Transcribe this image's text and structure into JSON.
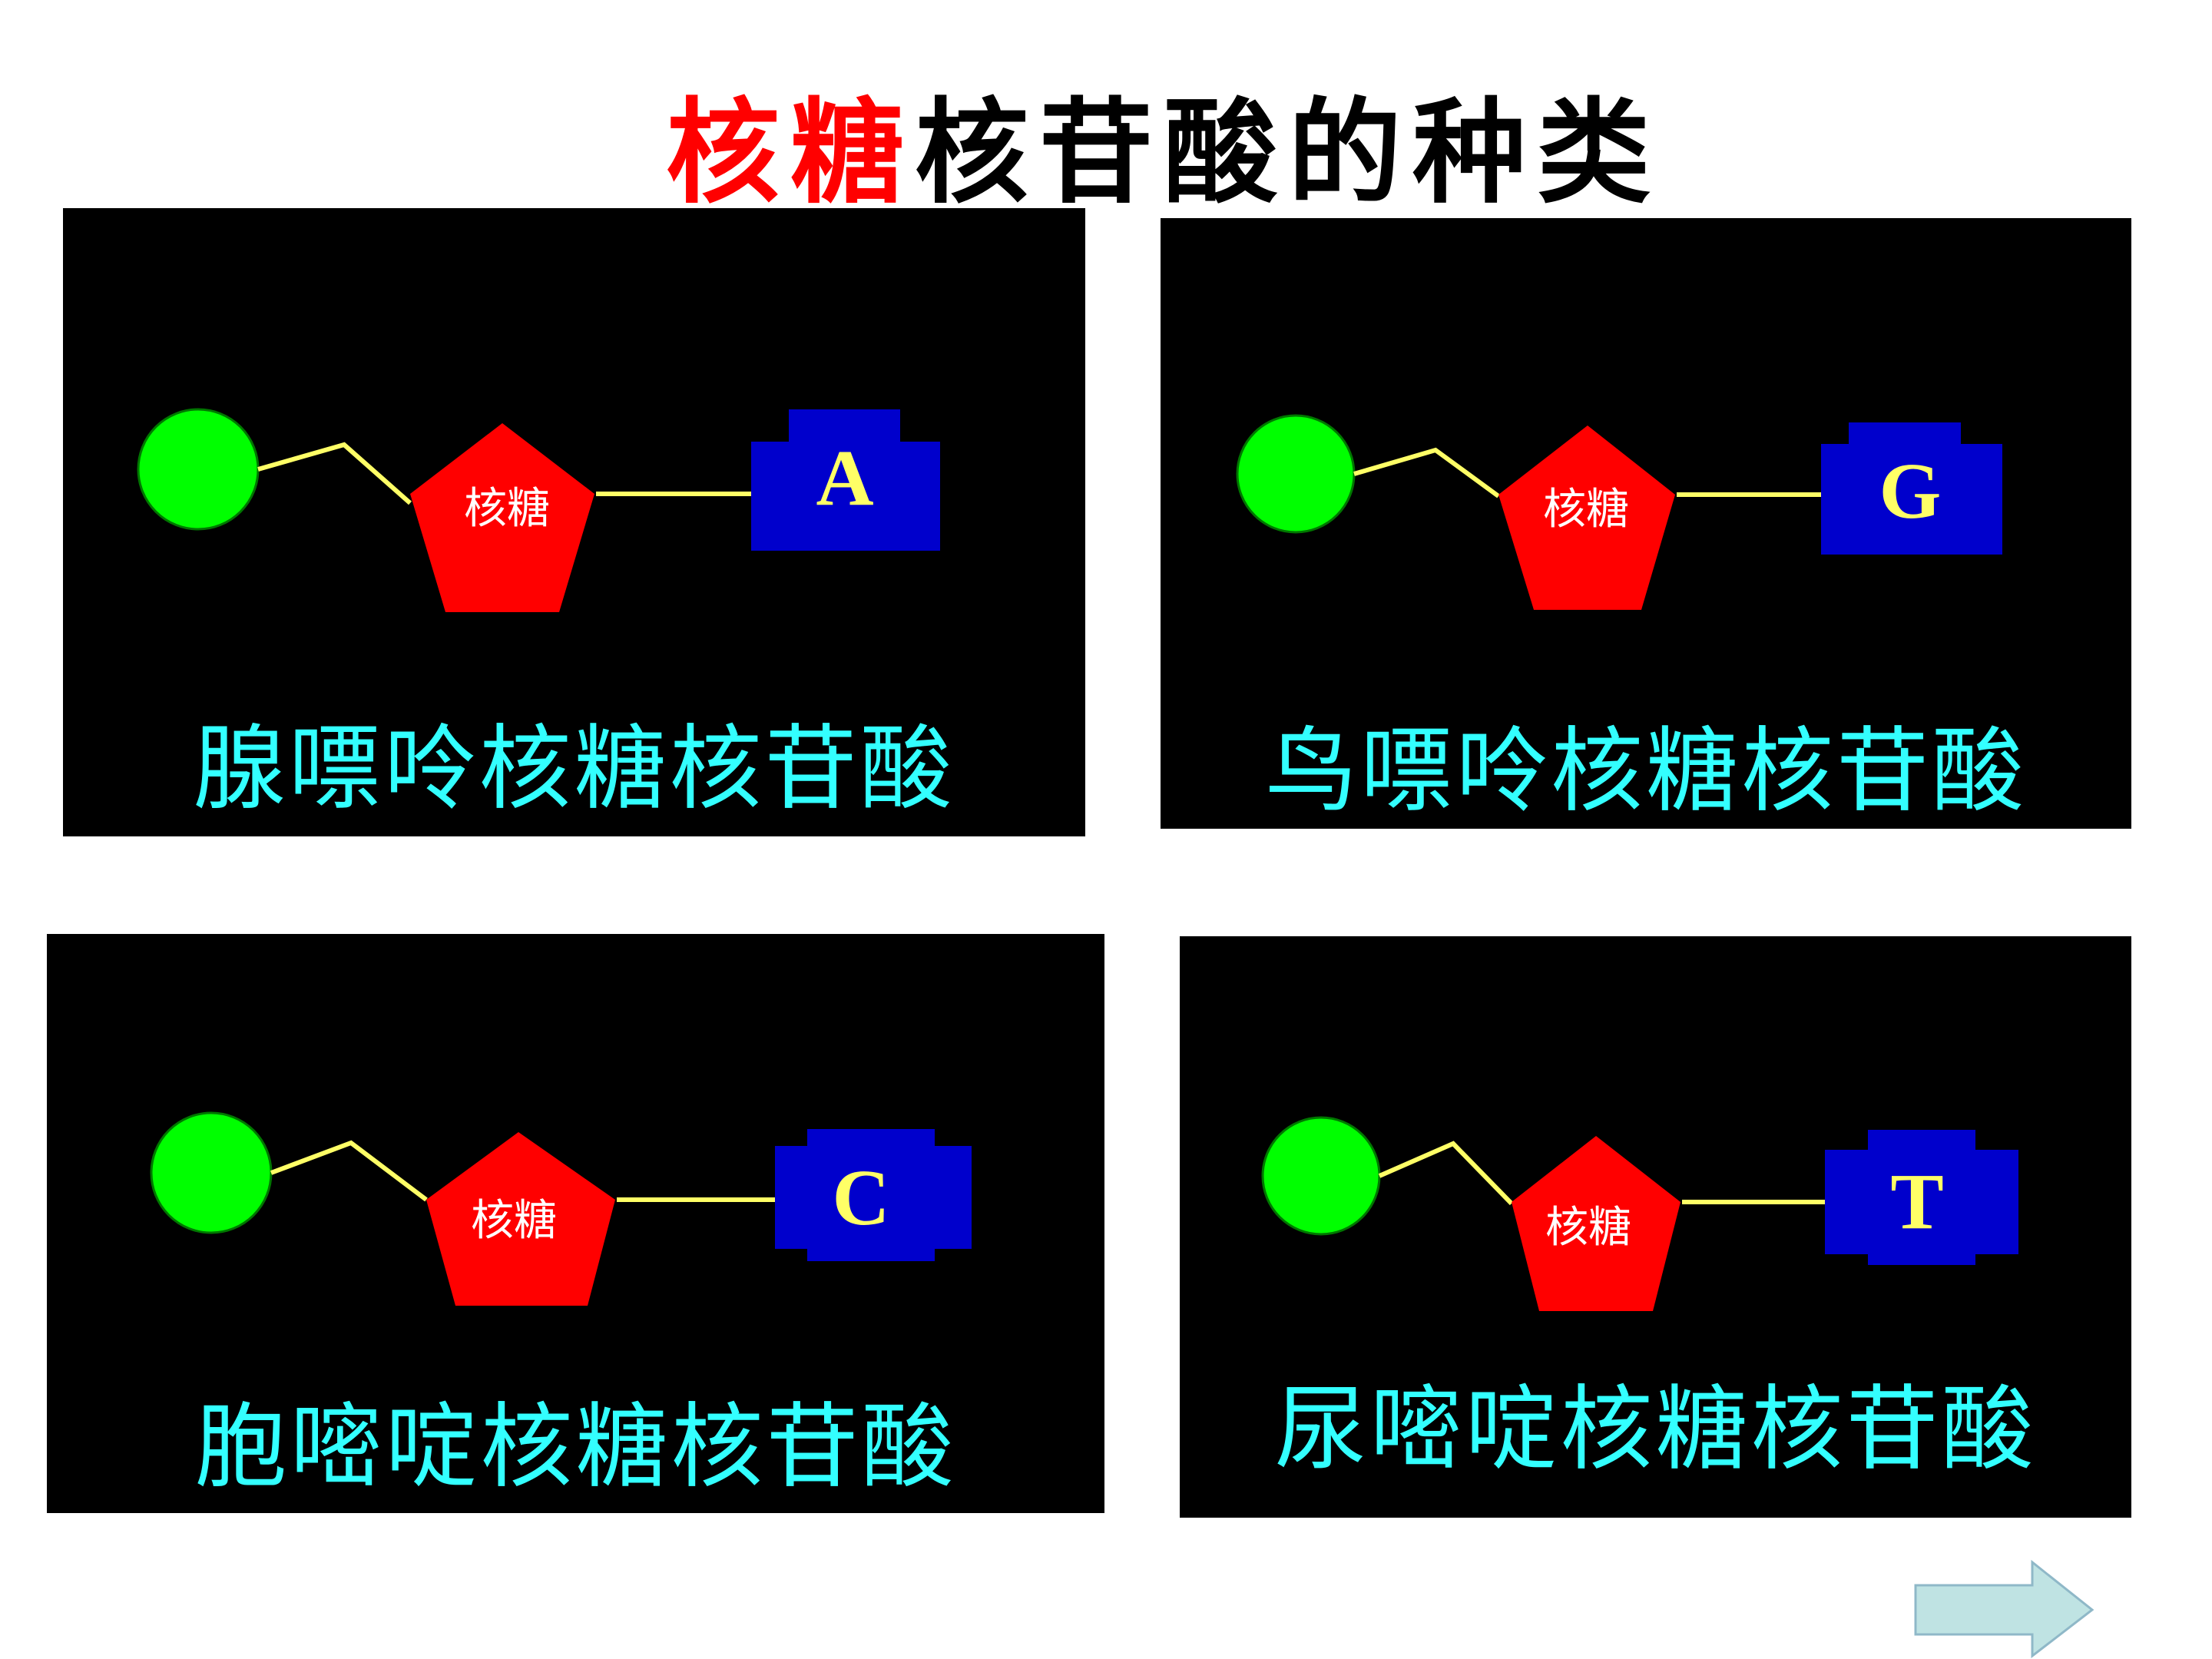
{
  "title": {
    "highlight": "核糖",
    "rest": "核苷酸的种类"
  },
  "colors": {
    "phosphate": "#00ff00",
    "sugar": "#ff0000",
    "base": "#0000cc",
    "bond": "#ffff66",
    "name_text": "#33ffff",
    "base_letter": "#ffff66",
    "title_highlight": "#ff0000",
    "arrow_fill": "#bfe3e3"
  },
  "panels": [
    {
      "sugar_label": "核糖",
      "base_letter": "A",
      "name": "腺嘌呤核糖核苷酸"
    },
    {
      "sugar_label": "核糖",
      "base_letter": "G",
      "name": "鸟嘌呤核糖核苷酸"
    },
    {
      "sugar_label": "核糖",
      "base_letter": "C",
      "name": "胞嘧啶核糖核苷酸"
    },
    {
      "sugar_label": "核糖",
      "base_letter": "T",
      "name": "尿嘧啶核糖核苷酸"
    }
  ],
  "nav": {
    "next_icon": "right-arrow-icon"
  }
}
